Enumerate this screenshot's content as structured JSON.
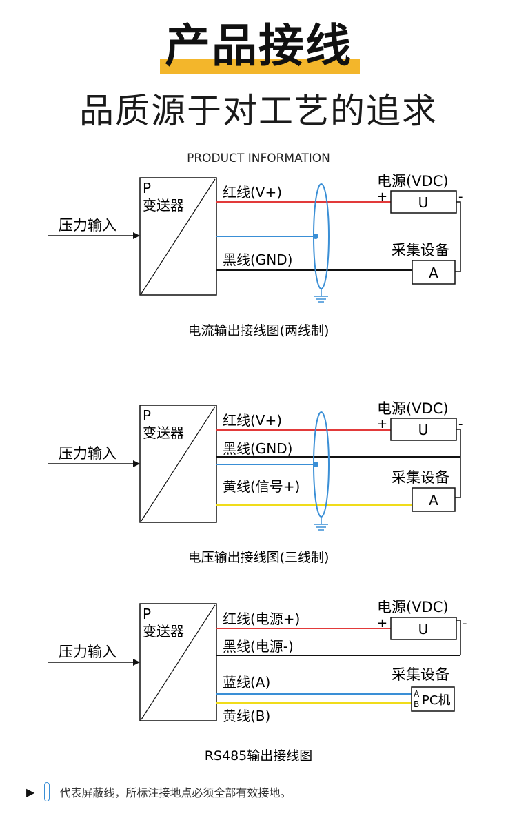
{
  "header": {
    "title": "产品接线",
    "subtitle": "品质源于对工艺的追求",
    "en_caption": "PRODUCT INFORMATION"
  },
  "common": {
    "input_label": "压力输入",
    "transmitter_p": "P",
    "transmitter_name": "变送器",
    "power_label": "电源(VDC)",
    "power_box": "U",
    "acq_label": "采集设备",
    "plus": "+",
    "minus": "-"
  },
  "diagram1": {
    "wire_red": "红线(V+)",
    "wire_black": "黑线(GND)",
    "acq_box": "A",
    "caption": "电流输出接线图(两线制)"
  },
  "diagram2": {
    "wire_red": "红线(V+)",
    "wire_black": "黑线(GND)",
    "wire_yellow": "黄线(信号+)",
    "acq_box": "A",
    "caption": "电压输出接线图(三线制)"
  },
  "diagram3": {
    "wire_red": "红线(电源+)",
    "wire_black": "黑线(电源-)",
    "wire_blue": "蓝线(A)",
    "wire_yellow": "黄线(B)",
    "pc_a": "A",
    "pc_b": "B",
    "pc_label": "PC机",
    "caption": "RS485输出接线图"
  },
  "note": {
    "text": "代表屏蔽线，所标注接地点必须全部有效接地。"
  },
  "colors": {
    "red": "#e23a3a",
    "blue": "#3a8fd6",
    "yellow": "#f0dc1a",
    "black": "#111111",
    "accent": "#f3b62b"
  }
}
